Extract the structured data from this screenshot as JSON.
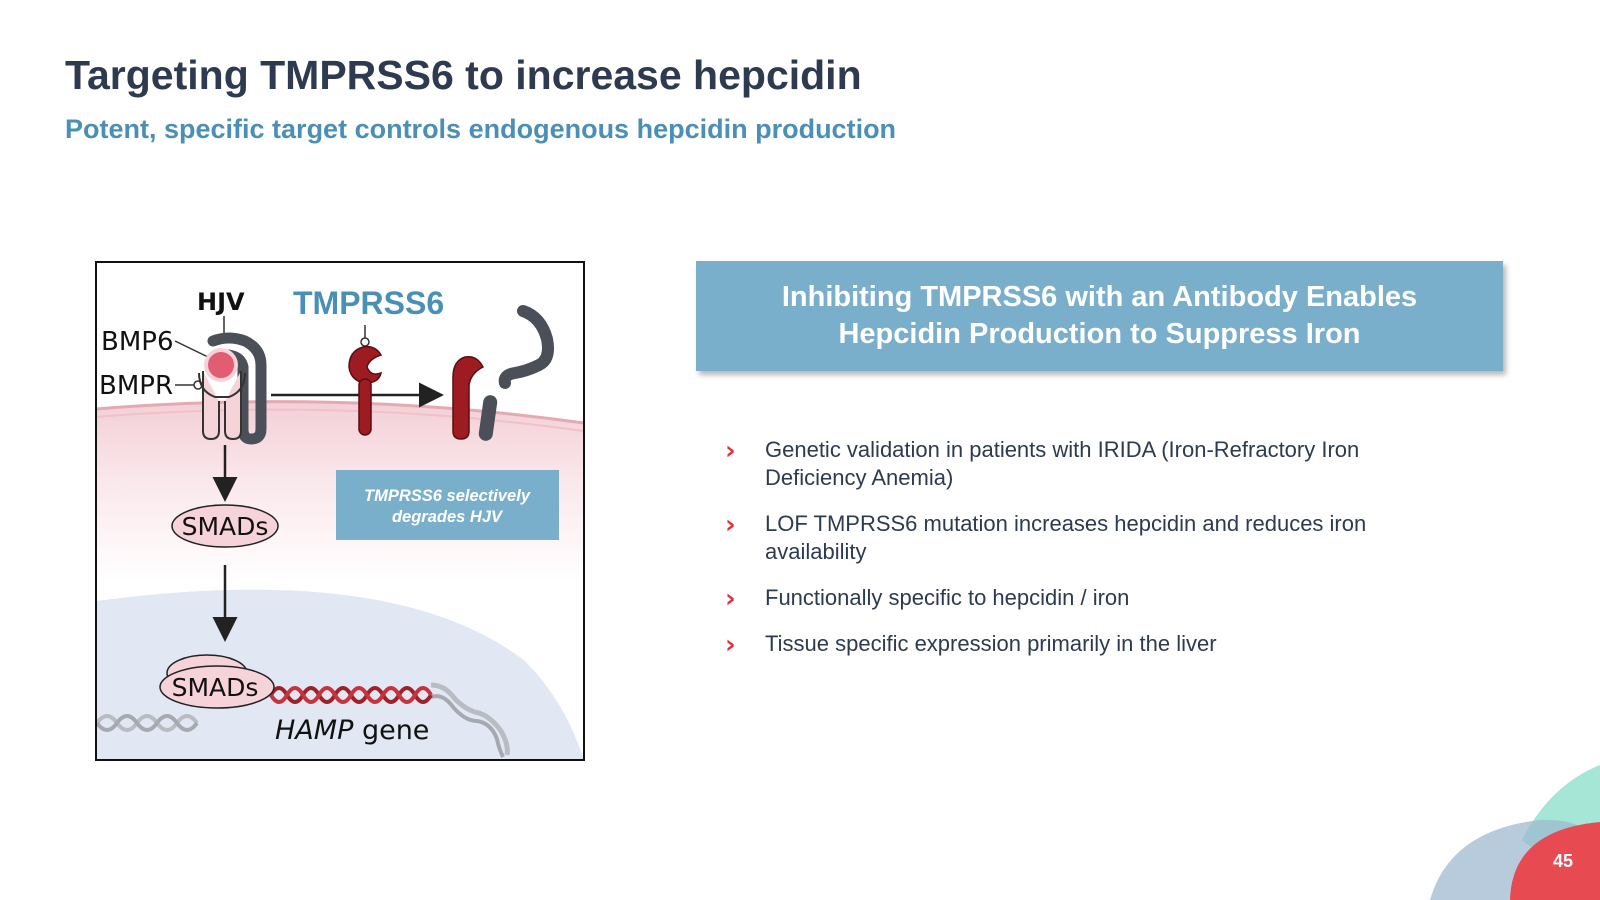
{
  "slide": {
    "title": "Targeting TMPRSS6 to increase hepcidin",
    "subtitle": "Potent, specific target controls endogenous hepcidin production",
    "page_number": "45"
  },
  "figure": {
    "label_hjv": "HJV",
    "label_tmprss6": "TMPRSS6",
    "label_bmp6": "BMP6",
    "label_bmpr": "BMPR",
    "note_line1": "TMPRSS6 selectively",
    "note_line2": "degrades HJV",
    "smads_upper": "SMADs",
    "smads_lower": "SMADs",
    "gene_italic": "HAMP",
    "gene_suffix": " gene"
  },
  "callout": {
    "line1": "Inhibiting TMPRSS6 with an Antibody Enables",
    "line2": "Hepcidin Production to Suppress Iron"
  },
  "bullets": [
    {
      "text": "Genetic validation in patients with IRIDA (Iron-Refractory Iron Deficiency Anemia)"
    },
    {
      "text": "LOF TMPRSS6 mutation increases hepcidin and reduces iron availability"
    },
    {
      "text": "Functionally specific to hepcidin / iron"
    },
    {
      "text": "Tissue specific expression primarily in the liver"
    }
  ],
  "colors": {
    "title": "#2e3a4f",
    "subtitle": "#4a8fb6",
    "callout_bg": "#7aafcc",
    "bullet_marker": "#e0353f",
    "tmprss6_protein": "#9c1c22",
    "hjv_protein": "#4b5058"
  },
  "icons": {
    "bullet": "chevron-right-icon"
  }
}
